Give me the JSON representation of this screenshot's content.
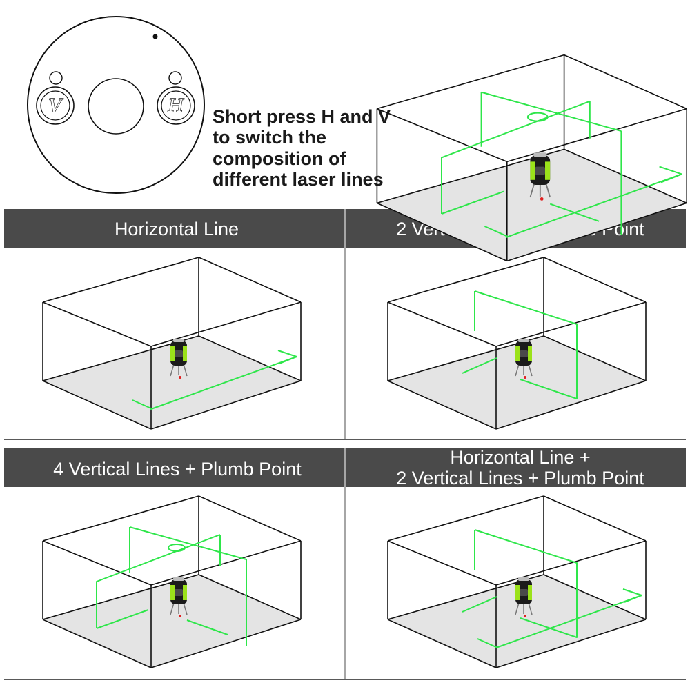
{
  "keypad": {
    "v_key": "V",
    "h_key": "H"
  },
  "instruction": {
    "lines": [
      "Short press H and V",
      "to switch the",
      "composition of",
      "different laser lines"
    ]
  },
  "modes": [
    {
      "label_lines": [
        "Horizontal Line"
      ]
    },
    {
      "label_lines": [
        "2 Vertical Lines + Plumb Point"
      ]
    },
    {
      "label_lines": [
        "4 Vertical Lines + Plumb Point"
      ]
    },
    {
      "label_lines": [
        "Horizontal Line +",
        "2 Vertical Lines + Plumb Point"
      ]
    }
  ],
  "colors": {
    "laser_green": "#2ee64a",
    "band_gray": "#4a4a4a",
    "floor_gray": "#e4e4e4",
    "box_edge": "#111111",
    "device_green": "#9be21a"
  }
}
